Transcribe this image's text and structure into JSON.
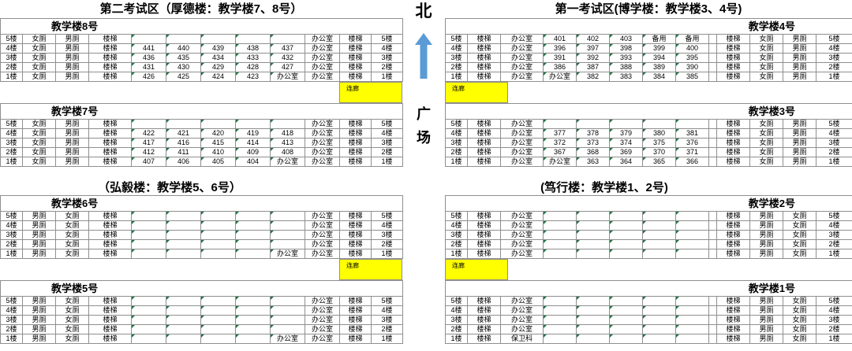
{
  "page": {
    "section_titles": {
      "top_left": "第二考试区（厚德楼：教学楼7、8号）",
      "top_right": "第一考试区(博学楼：教学楼3、4号)",
      "bottom_left": "（弘毅楼：教学楼5、6号）",
      "bottom_right": "(笃行楼：教学楼1、2号)"
    },
    "compass": {
      "north": "北",
      "plaza_chars": [
        "广",
        "场"
      ]
    },
    "corridor_label": "连廊",
    "colors": {
      "corridor_bg": "#ffff00",
      "arrow": "#5b9bd5",
      "flag_green": "#217346"
    }
  },
  "buildings": {
    "b8": {
      "title": "教学楼8号",
      "rows": [
        [
          "5楼",
          "女厕",
          "男厕",
          "楼梯",
          "",
          "",
          "",
          "",
          "",
          "办公室",
          "楼梯",
          "5楼"
        ],
        [
          "4楼",
          "女厕",
          "男厕",
          "楼梯",
          "441",
          "440",
          "439",
          "438",
          "437",
          "办公室",
          "楼梯",
          "4楼"
        ],
        [
          "3楼",
          "女厕",
          "男厕",
          "楼梯",
          "436",
          "435",
          "434",
          "433",
          "432",
          "办公室",
          "楼梯",
          "3楼"
        ],
        [
          "2楼",
          "女厕",
          "男厕",
          "楼梯",
          "431",
          "430",
          "429",
          "428",
          "427",
          "办公室",
          "楼梯",
          "2楼"
        ],
        [
          "1楼",
          "女厕",
          "男厕",
          "楼梯",
          "426",
          "425",
          "424",
          "423",
          "办公室",
          "办公室",
          "楼梯",
          "1楼"
        ]
      ]
    },
    "b7": {
      "title": "教学楼7号",
      "rows": [
        [
          "5楼",
          "女厕",
          "男厕",
          "楼梯",
          "",
          "",
          "",
          "",
          "",
          "办公室",
          "楼梯",
          "5楼"
        ],
        [
          "4楼",
          "女厕",
          "男厕",
          "楼梯",
          "422",
          "421",
          "420",
          "419",
          "418",
          "办公室",
          "楼梯",
          "4楼"
        ],
        [
          "3楼",
          "女厕",
          "男厕",
          "楼梯",
          "417",
          "416",
          "415",
          "414",
          "413",
          "办公室",
          "楼梯",
          "3楼"
        ],
        [
          "2楼",
          "女厕",
          "男厕",
          "楼梯",
          "412",
          "411",
          "410",
          "409",
          "408",
          "办公室",
          "楼梯",
          "2楼"
        ],
        [
          "1楼",
          "女厕",
          "男厕",
          "楼梯",
          "407",
          "406",
          "405",
          "404",
          "办公室",
          "办公室",
          "楼梯",
          "1楼"
        ]
      ]
    },
    "b6": {
      "title": "教学楼6号",
      "rows": [
        [
          "5楼",
          "男厕",
          "女厕",
          "楼梯",
          "",
          "",
          "",
          "",
          "",
          "办公室",
          "楼梯",
          "5楼"
        ],
        [
          "4楼",
          "男厕",
          "女厕",
          "楼梯",
          "",
          "",
          "",
          "",
          "",
          "办公室",
          "楼梯",
          "4楼"
        ],
        [
          "3楼",
          "男厕",
          "女厕",
          "楼梯",
          "",
          "",
          "",
          "",
          "",
          "办公室",
          "楼梯",
          "3楼"
        ],
        [
          "2楼",
          "男厕",
          "女厕",
          "楼梯",
          "",
          "",
          "",
          "",
          "",
          "办公室",
          "楼梯",
          "2楼"
        ],
        [
          "1楼",
          "男厕",
          "女厕",
          "楼梯",
          "",
          "",
          "",
          "",
          "办公室",
          "办公室",
          "楼梯",
          "1楼"
        ]
      ]
    },
    "b5": {
      "title": "教学楼5号",
      "rows": [
        [
          "5楼",
          "男厕",
          "女厕",
          "楼梯",
          "",
          "",
          "",
          "",
          "",
          "办公室",
          "楼梯",
          "5楼"
        ],
        [
          "4楼",
          "男厕",
          "女厕",
          "楼梯",
          "",
          "",
          "",
          "",
          "",
          "办公室",
          "楼梯",
          "4楼"
        ],
        [
          "3楼",
          "男厕",
          "女厕",
          "楼梯",
          "",
          "",
          "",
          "",
          "",
          "办公室",
          "楼梯",
          "3楼"
        ],
        [
          "2楼",
          "男厕",
          "女厕",
          "楼梯",
          "",
          "",
          "",
          "",
          "",
          "办公室",
          "楼梯",
          "2楼"
        ],
        [
          "1楼",
          "男厕",
          "女厕",
          "楼梯",
          "",
          "",
          "",
          "",
          "办公室",
          "办公室",
          "楼梯",
          "1楼"
        ]
      ]
    },
    "b4": {
      "title": "教学楼4号",
      "rows": [
        [
          "5楼",
          "楼梯",
          "办公室",
          "401",
          "402",
          "403",
          "备用",
          "备用",
          "",
          "楼梯",
          "女厕",
          "男厕",
          "5楼"
        ],
        [
          "4楼",
          "楼梯",
          "办公室",
          "396",
          "397",
          "398",
          "399",
          "400",
          "",
          "楼梯",
          "女厕",
          "男厕",
          "4楼"
        ],
        [
          "3楼",
          "楼梯",
          "办公室",
          "391",
          "392",
          "393",
          "394",
          "395",
          "",
          "楼梯",
          "女厕",
          "男厕",
          "3楼"
        ],
        [
          "2楼",
          "楼梯",
          "办公室",
          "386",
          "387",
          "388",
          "389",
          "390",
          "",
          "楼梯",
          "女厕",
          "男厕",
          "2楼"
        ],
        [
          "1楼",
          "楼梯",
          "办公室",
          "办公室",
          "382",
          "383",
          "384",
          "385",
          "",
          "楼梯",
          "女厕",
          "男厕",
          "1楼"
        ]
      ]
    },
    "b3": {
      "title": "教学楼3号",
      "rows": [
        [
          "5楼",
          "楼梯",
          "办公室",
          "",
          "",
          "",
          "",
          "",
          "",
          "楼梯",
          "女厕",
          "男厕",
          "5楼"
        ],
        [
          "4楼",
          "楼梯",
          "办公室",
          "377",
          "378",
          "379",
          "380",
          "381",
          "",
          "楼梯",
          "女厕",
          "男厕",
          "4楼"
        ],
        [
          "3楼",
          "楼梯",
          "办公室",
          "372",
          "373",
          "374",
          "375",
          "376",
          "",
          "楼梯",
          "女厕",
          "男厕",
          "3楼"
        ],
        [
          "2楼",
          "楼梯",
          "办公室",
          "367",
          "368",
          "369",
          "370",
          "371",
          "",
          "楼梯",
          "女厕",
          "男厕",
          "2楼"
        ],
        [
          "1楼",
          "楼梯",
          "办公室",
          "办公室",
          "363",
          "364",
          "365",
          "366",
          "",
          "楼梯",
          "女厕",
          "男厕",
          "1楼"
        ]
      ]
    },
    "b2": {
      "title": "教学楼2号",
      "rows": [
        [
          "5楼",
          "楼梯",
          "办公室",
          "",
          "",
          "",
          "",
          "",
          "",
          "楼梯",
          "男厕",
          "女厕",
          "5楼"
        ],
        [
          "4楼",
          "楼梯",
          "办公室",
          "",
          "",
          "",
          "",
          "",
          "",
          "楼梯",
          "男厕",
          "女厕",
          "4楼"
        ],
        [
          "3楼",
          "楼梯",
          "办公室",
          "",
          "",
          "",
          "",
          "",
          "",
          "楼梯",
          "男厕",
          "女厕",
          "3楼"
        ],
        [
          "2楼",
          "楼梯",
          "办公室",
          "",
          "",
          "",
          "",
          "",
          "",
          "楼梯",
          "男厕",
          "女厕",
          "2楼"
        ],
        [
          "1楼",
          "楼梯",
          "办公室",
          "",
          "",
          "",
          "",
          "",
          "",
          "楼梯",
          "男厕",
          "女厕",
          "1楼"
        ]
      ]
    },
    "b1": {
      "title": "教学楼1号",
      "rows": [
        [
          "5楼",
          "楼梯",
          "办公室",
          "",
          "",
          "",
          "",
          "",
          "",
          "楼梯",
          "男厕",
          "女厕",
          "5楼"
        ],
        [
          "4楼",
          "楼梯",
          "办公室",
          "",
          "",
          "",
          "",
          "",
          "",
          "楼梯",
          "男厕",
          "女厕",
          "4楼"
        ],
        [
          "3楼",
          "楼梯",
          "办公室",
          "",
          "",
          "",
          "",
          "",
          "",
          "楼梯",
          "男厕",
          "女厕",
          "3楼"
        ],
        [
          "2楼",
          "楼梯",
          "办公室",
          "",
          "",
          "",
          "",
          "",
          "",
          "楼梯",
          "男厕",
          "女厕",
          "2楼"
        ],
        [
          "1楼",
          "楼梯",
          "保卫科",
          "",
          "",
          "",
          "",
          "",
          "",
          "楼梯",
          "男厕",
          "女厕",
          "1楼"
        ]
      ]
    }
  }
}
